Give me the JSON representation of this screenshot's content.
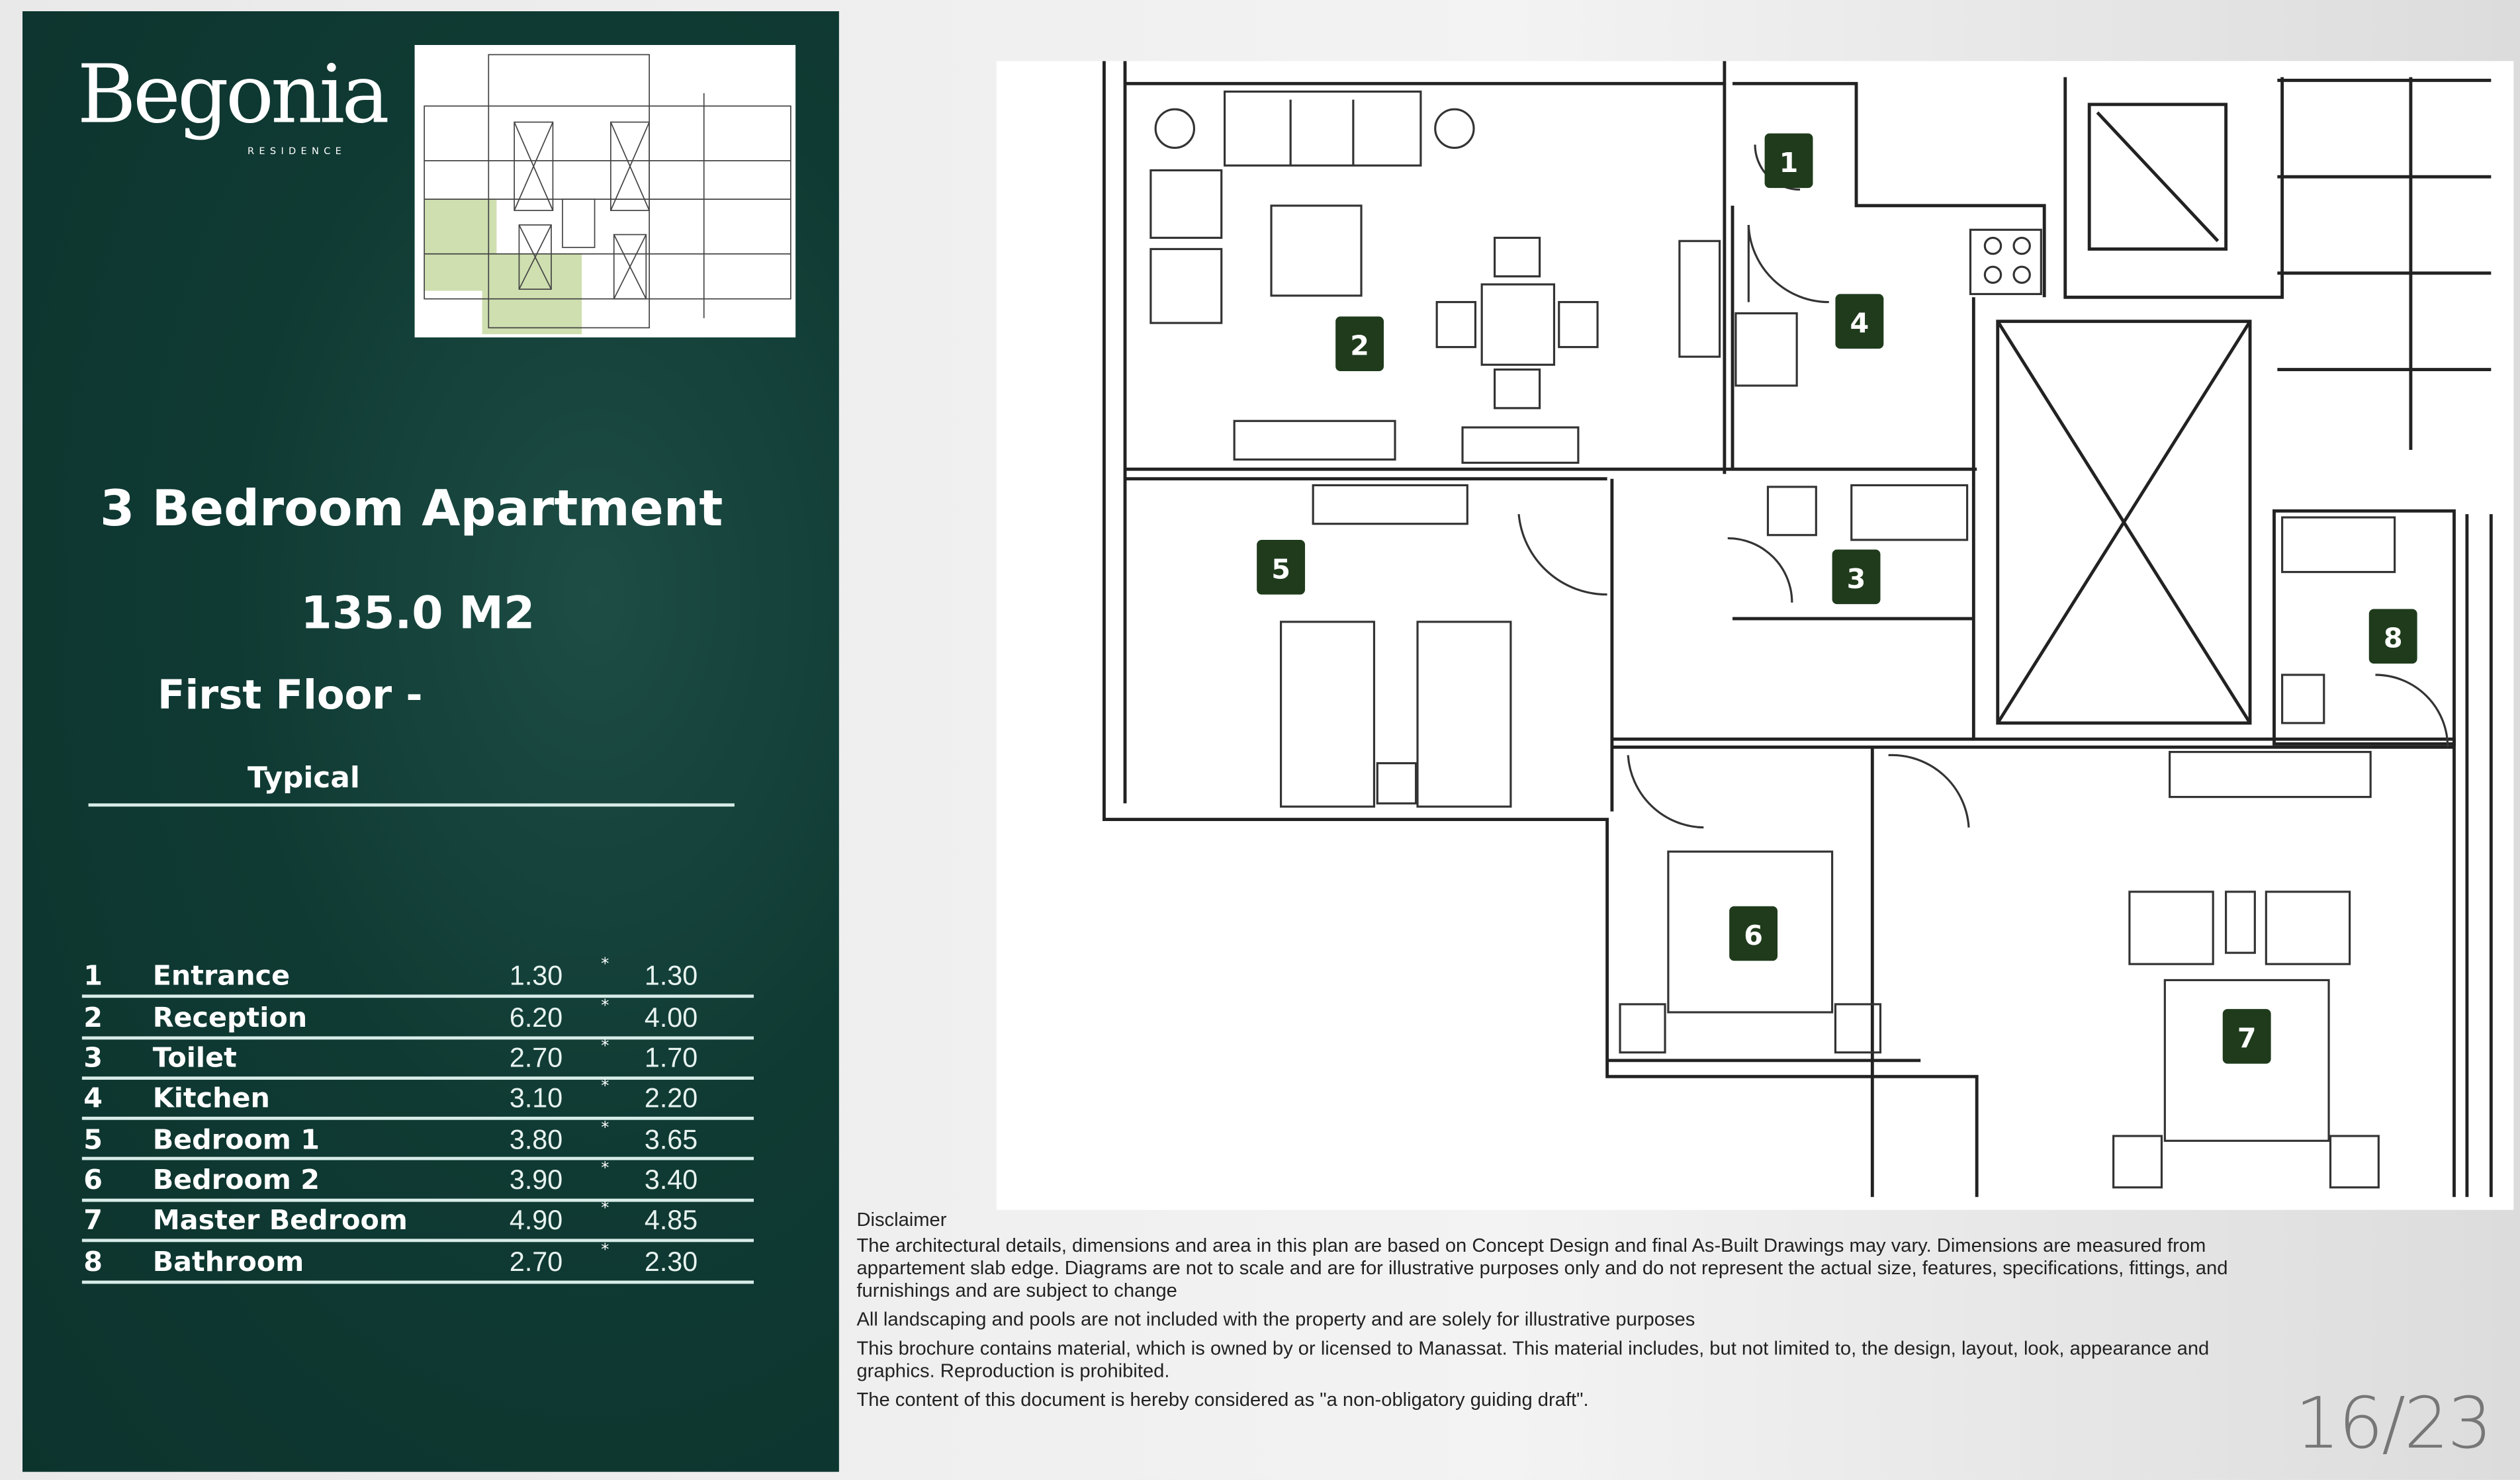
{
  "brand": {
    "name": "Begonia",
    "subtitle": "RESIDENCE"
  },
  "unit": {
    "title": "3 Bedroom Apartment",
    "area": "135.0 M2",
    "floor": "First Floor -",
    "type": "Typical"
  },
  "rooms": [
    {
      "no": "1",
      "name": "Entrance",
      "width": "1.30",
      "sep": "*",
      "length": "1.30"
    },
    {
      "no": "2",
      "name": "Reception",
      "width": "6.20",
      "sep": "*",
      "length": "4.00"
    },
    {
      "no": "3",
      "name": "Toilet",
      "width": "2.70",
      "sep": "*",
      "length": "1.70"
    },
    {
      "no": "4",
      "name": "Kitchen",
      "width": "3.10",
      "sep": "*",
      "length": "2.20"
    },
    {
      "no": "5",
      "name": "Bedroom 1",
      "width": "3.80",
      "sep": "*",
      "length": "3.65"
    },
    {
      "no": "6",
      "name": "Bedroom 2",
      "width": "3.90",
      "sep": "*",
      "length": "3.40"
    },
    {
      "no": "7",
      "name": "Master Bedroom",
      "width": "4.90",
      "sep": "*",
      "length": "4.85"
    },
    {
      "no": "8",
      "name": "Bathroom",
      "width": "2.70",
      "sep": "*",
      "length": "2.30"
    }
  ],
  "disclaimer": {
    "heading": "Disclaimer",
    "p1": "The architectural details, dimensions and area in this plan are based on Concept Design and final As-Built Drawings may vary. Dimensions are measured from appartement slab edge.  Diagrams are not to scale and are for illustrative purposes only and do not represent the actual size, features, specifications, fittings, and furnishings and are subject to change",
    "p2": "All landscaping and pools are not included with the property and are solely for illustrative purposes",
    "p3": "This brochure contains material, which is owned by or licensed to Manassat. This material includes, but not limited to, the design, layout, look, appearance and graphics. Reproduction is prohibited.",
    "p4": "The content of this document is hereby considered as \"a non-obligatory guiding draft\"."
  },
  "page_number": "16/23",
  "colors": {
    "panel": "#0f3a33",
    "badge": "#1f3b1c",
    "highlight": "#cfdfb0"
  }
}
